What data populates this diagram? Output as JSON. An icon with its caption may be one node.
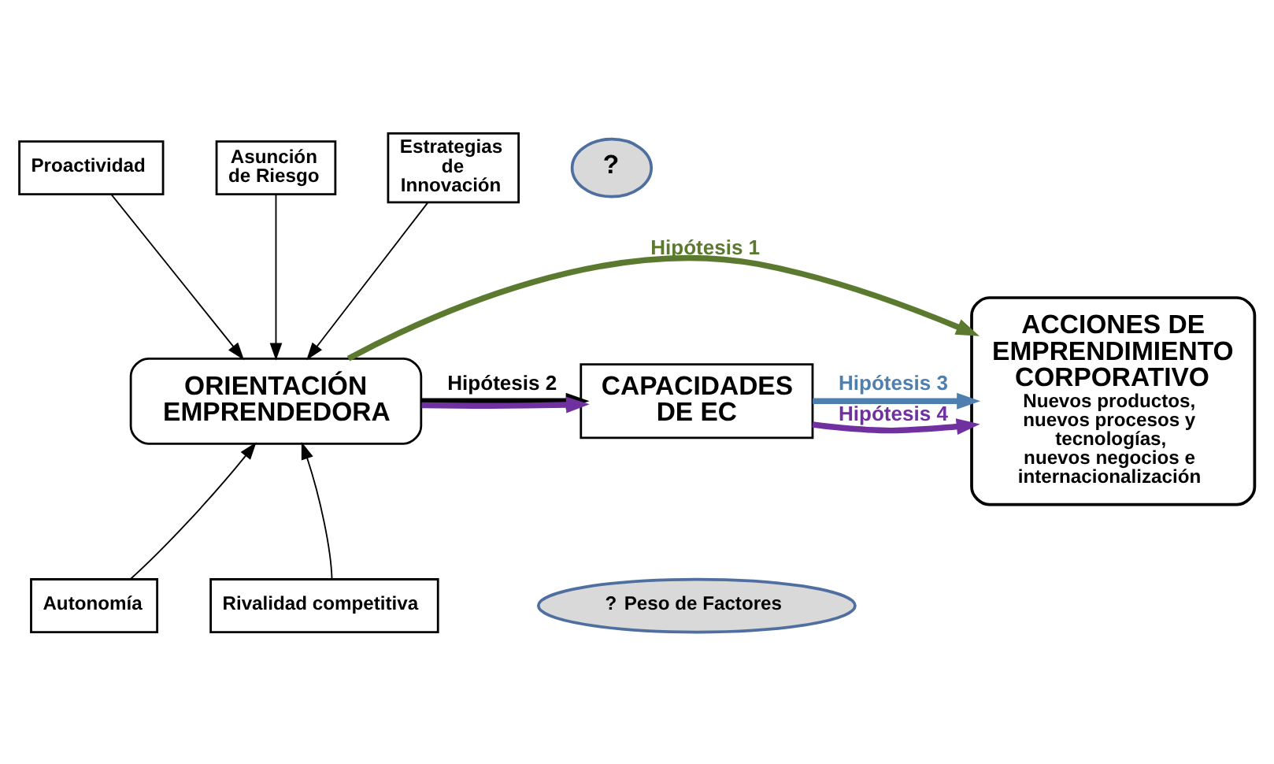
{
  "diagram": {
    "nodes": [
      {
        "text": [
          "Proactividad"
        ]
      },
      {
        "text": [
          "Asunción de Riesgo"
        ]
      },
      {
        "text": [
          "Estrategias de Innovación"
        ]
      },
      {
        "text": [
          "?"
        ]
      },
      {
        "text": [
          "ORIENTACIÓN EMPRENDEDORA"
        ]
      },
      {
        "text": [
          "CAPACIDADES DE EC"
        ]
      },
      {
        "text": [
          "ACCIONES DE EMPRENDIMIENTO CORPORATIVO",
          "Nuevos productos, nuevos procesos y tecnologías, nuevos negocios e internacionalización"
        ]
      },
      {
        "text": [
          "Autonomía"
        ]
      },
      {
        "text": [
          "Rivalidad competitiva"
        ]
      },
      {
        "text": [
          "?",
          "Peso de Factores"
        ]
      }
    ],
    "edges": [
      {
        "from": 0,
        "to": 4,
        "arrow": "to"
      },
      {
        "from": 1,
        "to": 4,
        "arrow": "to"
      },
      {
        "from": 2,
        "to": 4,
        "arrow": "to"
      },
      {
        "from": 4,
        "to": 6,
        "arrow": "to",
        "label": "Hipótesis 1",
        "style": "thick",
        "color": "#5b7a2f"
      },
      {
        "from": 4,
        "to": 5,
        "arrow": "to",
        "label": "Hipótesis 2",
        "style": "thick"
      },
      {
        "from": 5,
        "to": 6,
        "arrow": "to",
        "label": "Hipótesis 3",
        "style": "thick",
        "color": "#4f7fae"
      },
      {
        "from": 4,
        "to": 5,
        "arrow": "to",
        "style": "thick",
        "color": "#7030a0"
      },
      {
        "from": 5,
        "to": 6,
        "arrow": "to",
        "label": "Hipótesis 4",
        "style": "thick",
        "color": "#7030a0"
      },
      {
        "from": 7,
        "to": 4,
        "arrow": "to"
      },
      {
        "from": 8,
        "to": 4,
        "arrow": "to"
      }
    ]
  }
}
